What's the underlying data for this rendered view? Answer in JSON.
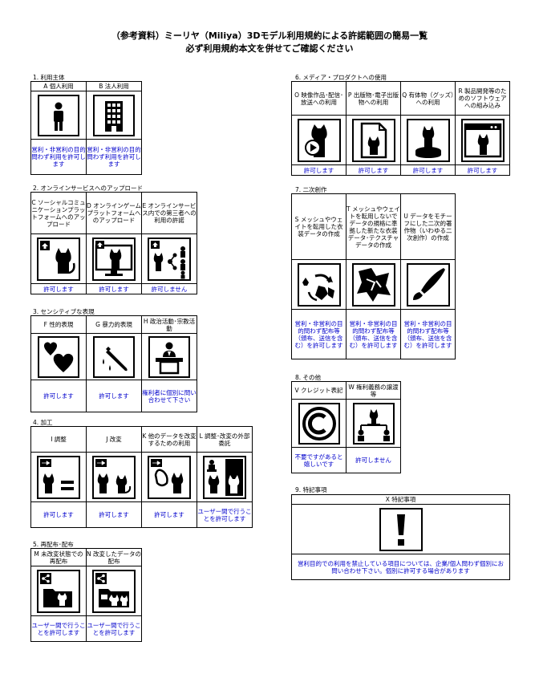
{
  "header": {
    "line1": "（参考資料）ミーリヤ（Miliya）3Dモデル利用規約による許諾範囲の簡易一覧",
    "line2": "必ず利用規約本文を併せてご確認ください"
  },
  "sections": {
    "s1": {
      "title": "1. 利用主体",
      "items": [
        {
          "label": "A 個人利用",
          "icon": "person-icon",
          "result": "営利・非営利の目的問わず利用を許可します"
        },
        {
          "label": "B 法人利用",
          "icon": "building-icon",
          "result": "営利・非営利の目的問わず利用を許可します"
        }
      ]
    },
    "s2": {
      "title": "2. オンラインサービスへのアップロード",
      "items": [
        {
          "label": "C ソーシャルコミュニケーションプラットフォームへのアップロード",
          "icon": "upload-cat-icon",
          "result": "許可します"
        },
        {
          "label": "D オンラインゲームプラットフォームへのアップロード",
          "icon": "monitor-cat-icon",
          "result": "許可します"
        },
        {
          "label": "E オンラインサービス内での第三者への利用の許諾",
          "icon": "share-cat-icon",
          "result": "許可しません"
        }
      ]
    },
    "s3": {
      "title": "3. センシティブな表現",
      "items": [
        {
          "label": "F 性的表現",
          "icon": "hearts-icon",
          "result": "許可します"
        },
        {
          "label": "G 暴力的表現",
          "icon": "knife-icon",
          "result": "許可します"
        },
        {
          "label": "H 政治活動･宗教活動",
          "icon": "podium-icon",
          "result": "権利者に個別に問い合わせて下さい"
        }
      ]
    },
    "s4": {
      "title": "4. 加工",
      "items": [
        {
          "label": "I 調整",
          "icon": "adjust-icon",
          "result": "許可します"
        },
        {
          "label": "J 改変",
          "icon": "modify-icon",
          "result": "許可します"
        },
        {
          "label": "K 他のデータを改変するための利用",
          "icon": "other-data-icon",
          "result": "許可します"
        },
        {
          "label": "L 調整･改変の外部委託",
          "icon": "outsource-icon",
          "result": "ユーザー間で行うことを許可します"
        }
      ]
    },
    "s5": {
      "title": "5. 再配布･配布",
      "items": [
        {
          "label": "M 未改変状態での再配布",
          "icon": "redistribute-icon",
          "result": "ユーザー間で行うことを許可します"
        },
        {
          "label": "N 改変したデータの配布",
          "icon": "distribute-modified-icon",
          "result": "ユーザー間で行うことを許可します"
        }
      ]
    },
    "s6": {
      "title": "6. メディア・プロダクトへの使用",
      "items": [
        {
          "label": "O 映像作品･配信･放送への利用",
          "icon": "video-cat-icon",
          "result": "許可します"
        },
        {
          "label": "P 出版物･電子出版物への利用",
          "icon": "document-cat-icon",
          "result": "許可します"
        },
        {
          "label": "Q 有体物（グッズ）への利用",
          "icon": "figure-cat-icon",
          "result": "許可します"
        },
        {
          "label": "R 製品開発等のためのソフトウェアへの組み込み",
          "icon": "software-cat-icon",
          "result": "許可します"
        }
      ]
    },
    "s7": {
      "title": "7. 二次創作",
      "items": [
        {
          "label": "S メッシュやウェイトを転用した衣装データの作成",
          "icon": "recycle-icon",
          "result": "営利・非営利の目的問わず配布等（頒布、送信を含む）を許可します"
        },
        {
          "label": "T メッシュやウェイトを転用しないでデータの規格に準拠した新たな衣装データ･テクスチャデータの作成",
          "icon": "fabric-icon",
          "result": "営利・非営利の目的問わず配布等（頒布、送信を含む）を許可します"
        },
        {
          "label": "U データをモチーフにした二次的著作物（いわゆる二次創作）の作成",
          "icon": "brush-icon",
          "result": "営利・非営利の目的問わず配布等（頒布、送信を含む）を許可します"
        }
      ]
    },
    "s8": {
      "title": "8. その他",
      "items": [
        {
          "label": "V クレジット表記",
          "icon": "copyright-icon",
          "result": "不要ですがあると嬉しいです"
        },
        {
          "label": "W 権利義務の譲渡等",
          "icon": "transfer-icon",
          "result": "許可しません"
        }
      ]
    },
    "s9": {
      "title": "9. 特記事項",
      "head": "X 特記事項",
      "icon": "exclamation-icon",
      "result": "営利目的での利用を禁止している項目については、企業/個人問わず個別にお問い合わせ下さい。個別に許可する場合があります"
    }
  },
  "colors": {
    "result_text": "#0000cc",
    "border": "#000000"
  }
}
